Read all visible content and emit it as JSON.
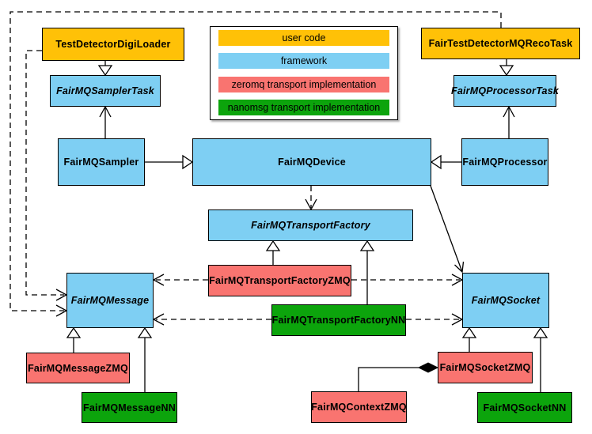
{
  "diagram": {
    "legend": {
      "items": [
        {
          "label": "user code",
          "color": "#FFC107",
          "category": "user-code"
        },
        {
          "label": "framework",
          "color": "#7ECFF3",
          "category": "framework"
        },
        {
          "label": "zeromq transport implementation",
          "color": "#F97470",
          "category": "zeromq"
        },
        {
          "label": "nanomsg transport implementation",
          "color": "#0CA40C",
          "category": "nanomsg"
        }
      ]
    },
    "nodes": {
      "testDetectorDigiLoader": {
        "label": "TestDetectorDigiLoader",
        "category": "user-code",
        "abstract": false
      },
      "fairTestDetectorMQRecoTask": {
        "label": "FairTestDetectorMQRecoTask",
        "category": "user-code",
        "abstract": false
      },
      "fairMQSamplerTask": {
        "label": "FairMQSamplerTask",
        "category": "framework",
        "abstract": true
      },
      "fairMQProcessorTask": {
        "label": "FairMQProcessorTask",
        "category": "framework",
        "abstract": true
      },
      "fairMQSampler": {
        "label": "FairMQSampler",
        "category": "framework",
        "abstract": false
      },
      "fairMQDevice": {
        "label": "FairMQDevice",
        "category": "framework",
        "abstract": false
      },
      "fairMQProcessor": {
        "label": "FairMQProcessor",
        "category": "framework",
        "abstract": false
      },
      "fairMQTransportFactory": {
        "label": "FairMQTransportFactory",
        "category": "framework",
        "abstract": true
      },
      "fairMQTransportFactoryZMQ": {
        "label": "FairMQTransportFactoryZMQ",
        "category": "zeromq",
        "abstract": false
      },
      "fairMQTransportFactoryNN": {
        "label": "FairMQTransportFactoryNN",
        "category": "nanomsg",
        "abstract": false
      },
      "fairMQMessage": {
        "label": "FairMQMessage",
        "category": "framework",
        "abstract": true
      },
      "fairMQSocket": {
        "label": "FairMQSocket",
        "category": "framework",
        "abstract": true
      },
      "fairMQMessageZMQ": {
        "label": "FairMQMessageZMQ",
        "category": "zeromq",
        "abstract": false
      },
      "fairMQMessageNN": {
        "label": "FairMQMessageNN",
        "category": "nanomsg",
        "abstract": false
      },
      "fairMQSocketZMQ": {
        "label": "FairMQSocketZMQ",
        "category": "zeromq",
        "abstract": false
      },
      "fairMQSocketNN": {
        "label": "FairMQSocketNN",
        "category": "nanomsg",
        "abstract": false
      },
      "fairMQContextZMQ": {
        "label": "FairMQContextZMQ",
        "category": "zeromq",
        "abstract": false
      }
    },
    "edges": [
      {
        "from": "TestDetectorDigiLoader",
        "to": "FairMQSamplerTask",
        "type": "inheritance"
      },
      {
        "from": "FairTestDetectorMQRecoTask",
        "to": "FairMQProcessorTask",
        "type": "inheritance"
      },
      {
        "from": "FairMQSampler",
        "to": "FairMQSamplerTask",
        "type": "association"
      },
      {
        "from": "FairMQProcessor",
        "to": "FairMQProcessorTask",
        "type": "association"
      },
      {
        "from": "FairMQSampler",
        "to": "FairMQDevice",
        "type": "inheritance"
      },
      {
        "from": "FairMQProcessor",
        "to": "FairMQDevice",
        "type": "inheritance"
      },
      {
        "from": "FairMQDevice",
        "to": "FairMQTransportFactory",
        "type": "dependency"
      },
      {
        "from": "FairMQDevice",
        "to": "FairMQSocket",
        "type": "association"
      },
      {
        "from": "FairMQTransportFactoryZMQ",
        "to": "FairMQTransportFactory",
        "type": "inheritance"
      },
      {
        "from": "FairMQTransportFactoryNN",
        "to": "FairMQTransportFactory",
        "type": "inheritance"
      },
      {
        "from": "FairMQTransportFactoryZMQ",
        "to": "FairMQMessage",
        "type": "dependency"
      },
      {
        "from": "FairMQTransportFactoryZMQ",
        "to": "FairMQSocket",
        "type": "dependency"
      },
      {
        "from": "FairMQTransportFactoryNN",
        "to": "FairMQMessage",
        "type": "dependency"
      },
      {
        "from": "FairMQTransportFactoryNN",
        "to": "FairMQSocket",
        "type": "dependency"
      },
      {
        "from": "TestDetectorDigiLoader",
        "to": "FairMQMessage",
        "type": "dependency"
      },
      {
        "from": "FairTestDetectorMQRecoTask",
        "to": "FairMQMessage",
        "type": "dependency"
      },
      {
        "from": "FairMQMessageZMQ",
        "to": "FairMQMessage",
        "type": "inheritance"
      },
      {
        "from": "FairMQMessageNN",
        "to": "FairMQMessage",
        "type": "inheritance"
      },
      {
        "from": "FairMQSocketZMQ",
        "to": "FairMQSocket",
        "type": "inheritance"
      },
      {
        "from": "FairMQSocketNN",
        "to": "FairMQSocket",
        "type": "inheritance"
      },
      {
        "from": "FairMQContextZMQ",
        "to": "FairMQSocketZMQ",
        "type": "composition"
      }
    ]
  }
}
